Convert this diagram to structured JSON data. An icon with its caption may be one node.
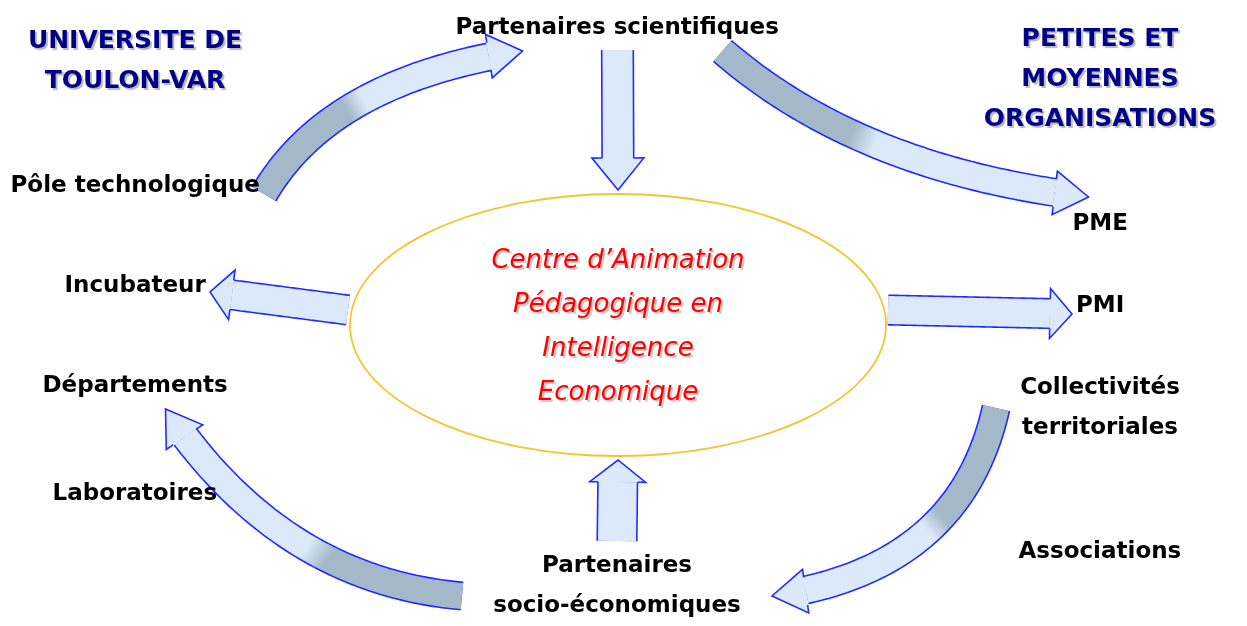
{
  "diagram": {
    "nodes": [
      {
        "text": [
          "Partenaires scientifiques"
        ]
      },
      {
        "text": [
          "Centre d’Animation Pédagogique en Intelligence Economique"
        ]
      },
      {
        "text": [
          "Partenaires socio-économiques"
        ]
      },
      {
        "text": [
          "UNIVERSITE DE TOULON-VAR"
        ]
      },
      {
        "text": [
          "Pôle technologique"
        ]
      },
      {
        "text": [
          "Incubateur"
        ]
      },
      {
        "text": [
          "Départements"
        ]
      },
      {
        "text": [
          "Laboratoires"
        ]
      },
      {
        "text": [
          "PETITES ET MOYENNES ORGANISATIONS"
        ]
      },
      {
        "text": [
          "PME"
        ]
      },
      {
        "text": [
          "PMI"
        ]
      },
      {
        "text": [
          "Collectivités territoriales"
        ]
      },
      {
        "text": [
          "Associations"
        ]
      }
    ],
    "edges": [
      {
        "from": 0,
        "to": 1,
        "arrow": "to"
      },
      {
        "from": 2,
        "to": 1,
        "arrow": "to"
      },
      {
        "from": 1,
        "to": 5,
        "arrow": "to"
      },
      {
        "from": 1,
        "to": 10,
        "arrow": "to"
      },
      {
        "from": 4,
        "to": 0,
        "arrow": "to"
      },
      {
        "from": 0,
        "to": 9,
        "arrow": "to"
      },
      {
        "from": 11,
        "to": 2,
        "arrow": "to"
      },
      {
        "from": 2,
        "to": 6,
        "arrow": "to"
      }
    ]
  }
}
